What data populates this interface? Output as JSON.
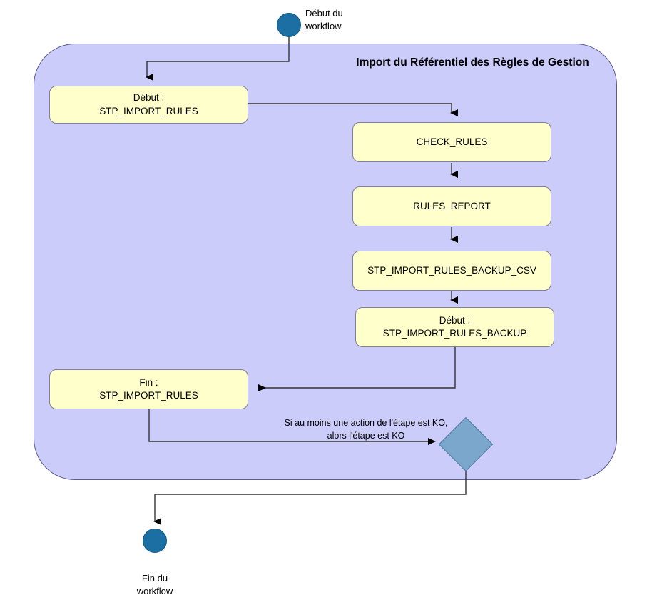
{
  "diagram": {
    "title": "Import du Référentiel des Règles de Gestion",
    "start_node_label": "Début du\nworkflow",
    "end_node_label": "Fin du\nworkflow",
    "edge_annotation": "Si au moins une action de l'étape est KO,\nalors l'étape est KO",
    "colors": {
      "container_fill": "#ccccfa",
      "container_border": "#5b5b8f",
      "box_fill": "#ffffcc",
      "box_border": "#7f7f9a",
      "circle_fill": "#1b6fa3",
      "diamond_fill": "#7ba7cc",
      "edge_stroke": "#333333",
      "background": "#ffffff"
    },
    "nodes": [
      {
        "id": "stp_import_rules_start",
        "label": "Début :\nSTP_IMPORT_RULES"
      },
      {
        "id": "check_rules",
        "label": "CHECK_RULES"
      },
      {
        "id": "rules_report",
        "label": "RULES_REPORT"
      },
      {
        "id": "stp_import_rules_backup_csv",
        "label": "STP_IMPORT_RULES_BACKUP_CSV"
      },
      {
        "id": "stp_import_rules_backup_start",
        "label": "Début :\nSTP_IMPORT_RULES_BACKUP"
      },
      {
        "id": "stp_import_rules_end",
        "label": "Fin :\nSTP_IMPORT_RULES"
      }
    ]
  }
}
